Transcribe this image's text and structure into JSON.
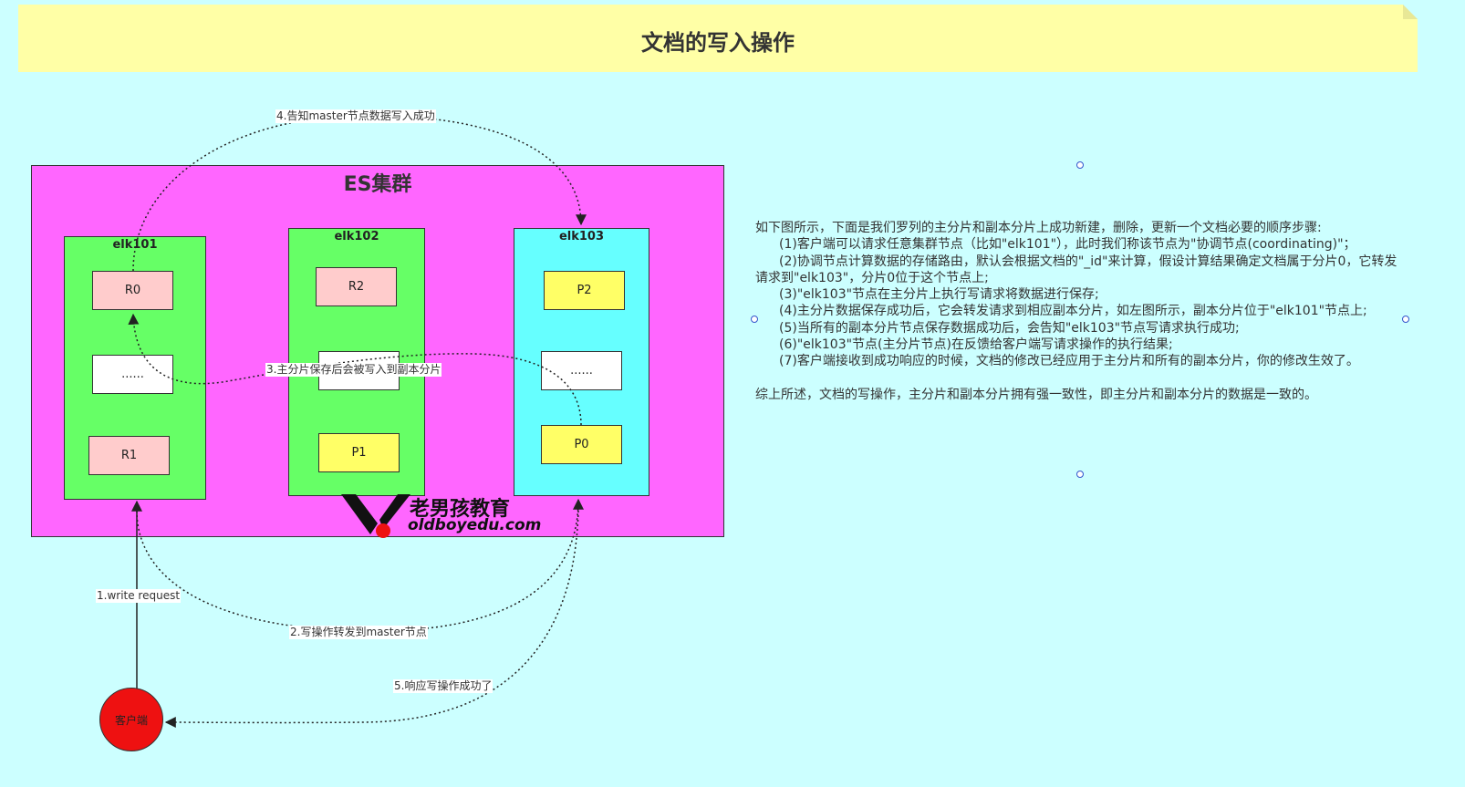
{
  "title": "文档的写入操作",
  "cluster": {
    "title": "ES集群",
    "nodes": [
      {
        "name": "elk101",
        "color": "#66ff66",
        "shards": [
          {
            "label": "R0",
            "kind": "replica"
          },
          {
            "label": "......",
            "kind": "blank"
          },
          {
            "label": "R1",
            "kind": "replica"
          }
        ]
      },
      {
        "name": "elk102",
        "color": "#66ff66",
        "shards": [
          {
            "label": "R2",
            "kind": "replica"
          },
          {
            "label": "......",
            "kind": "blank"
          },
          {
            "label": "P1",
            "kind": "primary"
          }
        ]
      },
      {
        "name": "elk103",
        "color": "#66ffff",
        "shards": [
          {
            "label": "P2",
            "kind": "primary"
          },
          {
            "label": "......",
            "kind": "blank"
          },
          {
            "label": "P0",
            "kind": "primary"
          }
        ]
      }
    ]
  },
  "client": {
    "label": "客户端",
    "color": "#ee1111"
  },
  "steps": [
    "1.write request",
    "2.写操作转发到master节点",
    "3.主分片保存后会被写入到副本分片",
    "4.告知master节点数据写入成功",
    "5.响应写操作成功了"
  ],
  "watermark": {
    "cn": "老男孩教育",
    "en": "oldboyedu.com"
  },
  "description": {
    "intro": "如下图所示，下面是我们罗列的主分片和副本分片上成功新建，删除，更新一个文档必要的顺序步骤:",
    "items": [
      "(1)客户端可以请求任意集群节点（比如\"elk101\"），此时我们称该节点为\"协调节点(coordinating)\"；",
      "(2)协调节点计算数据的存储路由，默认会根据文档的\"_id\"来计算，假设计算结果确定文档属于分片0，它转发请求到\"elk103\"，分片0位于这个节点上;",
      "(3)\"elk103\"节点在主分片上执行写请求将数据进行保存;",
      "(4)主分片数据保存成功后，它会转发请求到相应副本分片，如左图所示，副本分片位于\"elk101\"节点上;",
      "(5)当所有的副本分片节点保存数据成功后，会告知\"elk103\"节点写请求执行成功;",
      "(6)\"elk103\"节点(主分片节点)在反馈给客户端写请求操作的执行结果;",
      "(7)客户端接收到成功响应的时候，文档的修改已经应用于主分片和所有的副本分片，你的修改生效了。"
    ],
    "summary": "综上所述，文档的写操作，主分片和副本分片拥有强一致性，即主分片和副本分片的数据是一致的。"
  }
}
